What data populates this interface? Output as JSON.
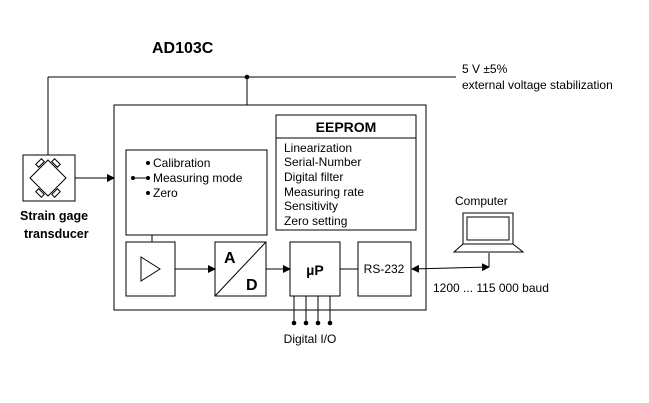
{
  "title": "AD103C",
  "supply": {
    "line1": "5 V ±5%",
    "line2": "external voltage stabilization"
  },
  "transducer": {
    "line1": "Strain gage",
    "line2": "transducer"
  },
  "modes": {
    "items": [
      "Calibration",
      "Measuring mode",
      "Zero"
    ]
  },
  "eeprom": {
    "title": "EEPROM",
    "items": [
      "Linearization",
      "Serial-Number",
      "Digital filter",
      "Measuring rate",
      "Sensitivity",
      "Zero setting"
    ]
  },
  "blocks": {
    "adc_a": "A",
    "adc_d": "D",
    "mcu": "µP",
    "rs232": "RS-232"
  },
  "computer": {
    "label": "Computer"
  },
  "baud": "1200 ...  115 000 baud",
  "digital_io": "Digital I/O"
}
